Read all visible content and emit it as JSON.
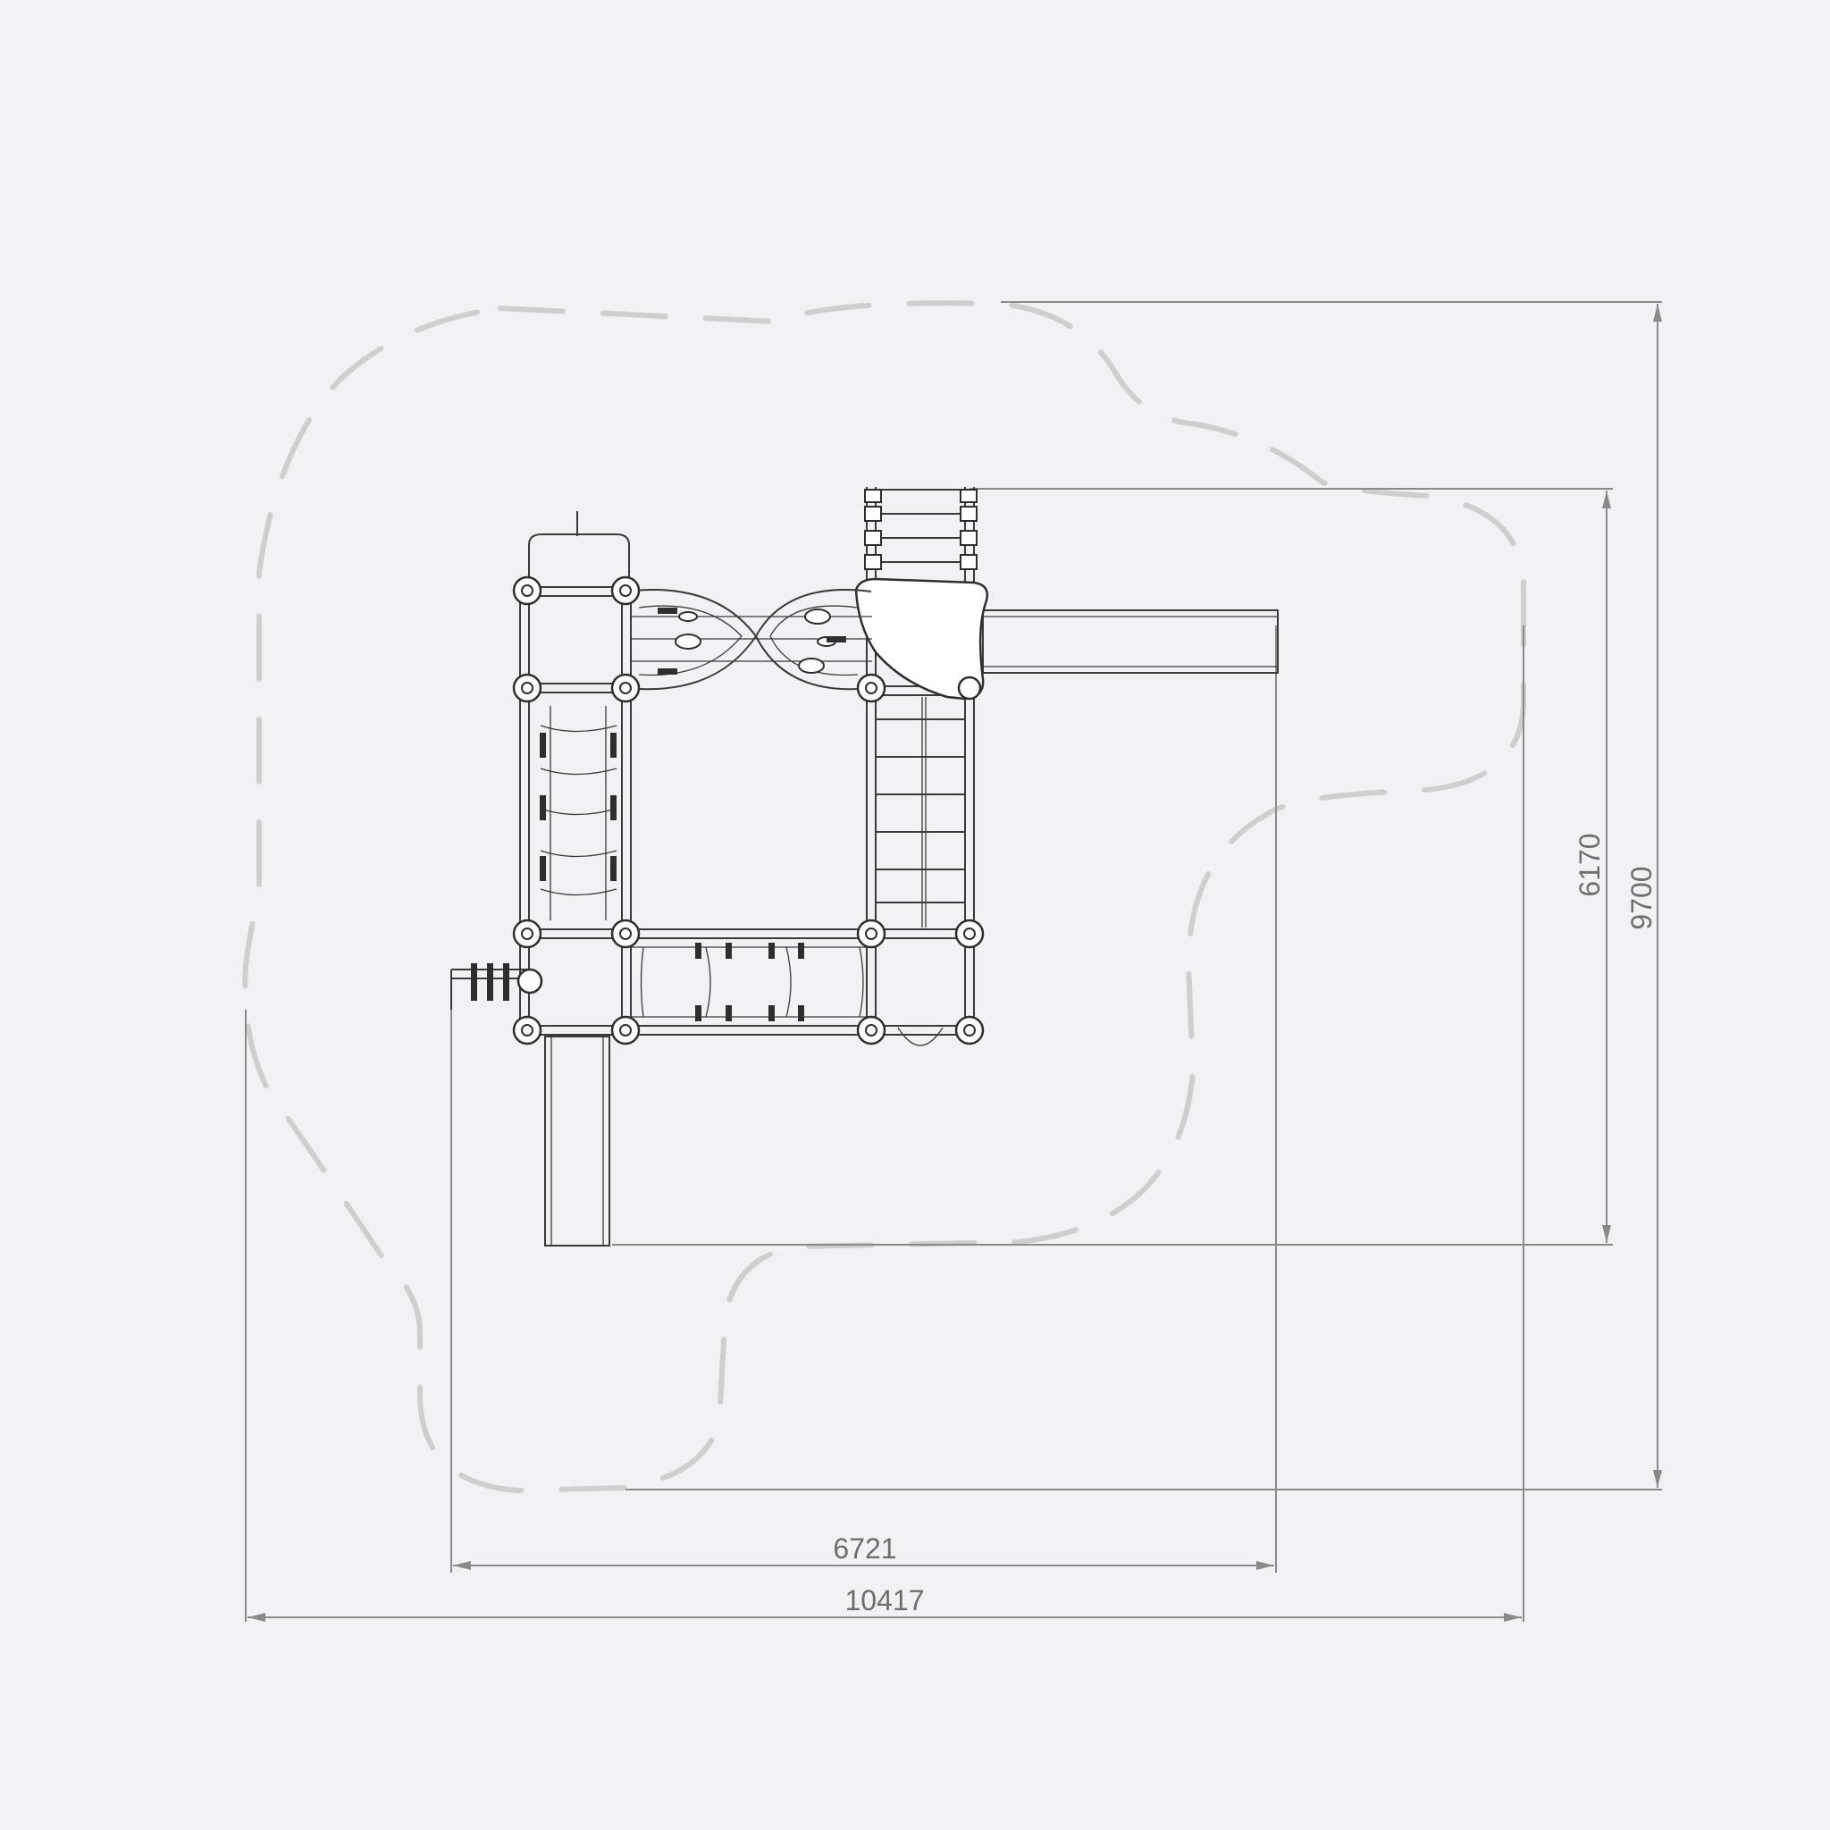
{
  "dimensions": {
    "overall_width": "10417",
    "structure_width": "6721",
    "overall_height": "9700",
    "structure_height": "6170"
  },
  "colors": {
    "background": "#f2f2f4",
    "safety_zone": "#cfcfcf",
    "dimension_line": "#8a8a8a",
    "equipment": "#2e2e2e"
  }
}
